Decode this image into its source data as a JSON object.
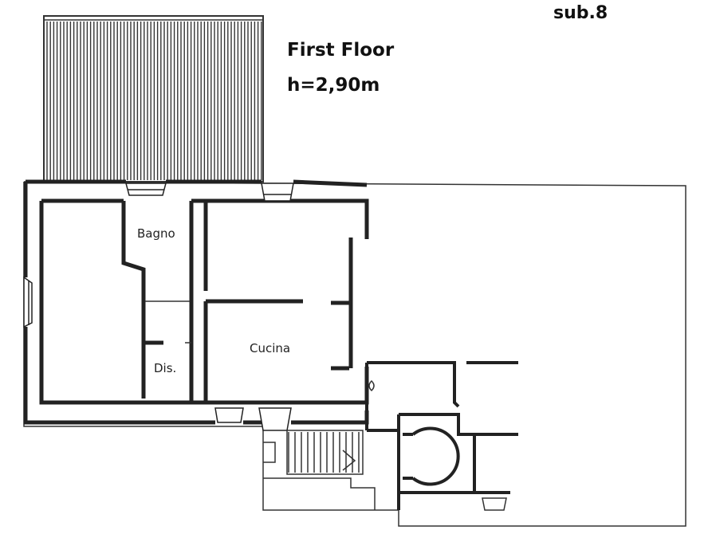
{
  "header": {
    "sub": "sub.8",
    "floor": "First Floor",
    "height": "h=2,90m"
  },
  "rooms": {
    "bagno": "Bagno",
    "cucina": "Cucina",
    "dis": "Dis."
  },
  "colors": {
    "wall": "#222222",
    "line": "#333333",
    "background": "#ffffff"
  }
}
